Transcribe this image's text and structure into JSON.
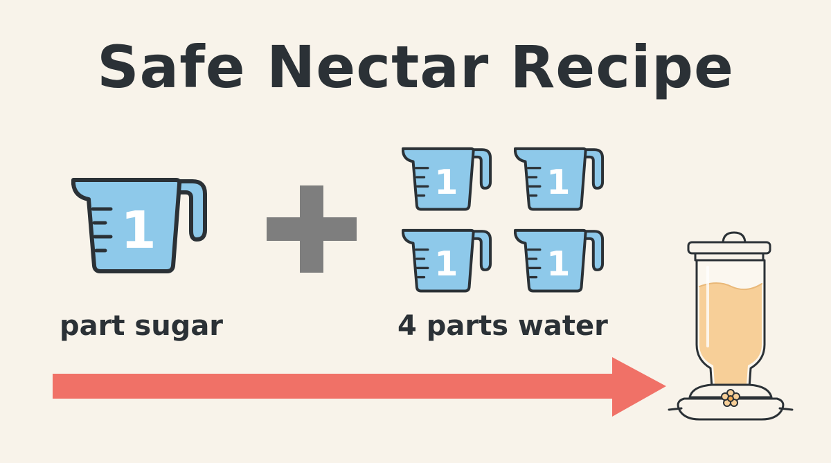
{
  "title": "Safe Nectar Recipe",
  "sugar": {
    "label": "part sugar",
    "cup_number": "1",
    "cups": 1
  },
  "water": {
    "label": "4 parts water",
    "cup_number": "1",
    "cups": 4
  },
  "colors": {
    "background": "#f8f3ea",
    "text": "#2b3136",
    "cup_fill": "#8ec9ea",
    "plus": "#7e7e7e",
    "arrow": "#f07167",
    "nectar": "#f7cf98"
  },
  "icons": [
    "measuring-cup-icon",
    "plus-icon",
    "arrow-icon",
    "hummingbird-feeder-icon",
    "flower-icon"
  ]
}
